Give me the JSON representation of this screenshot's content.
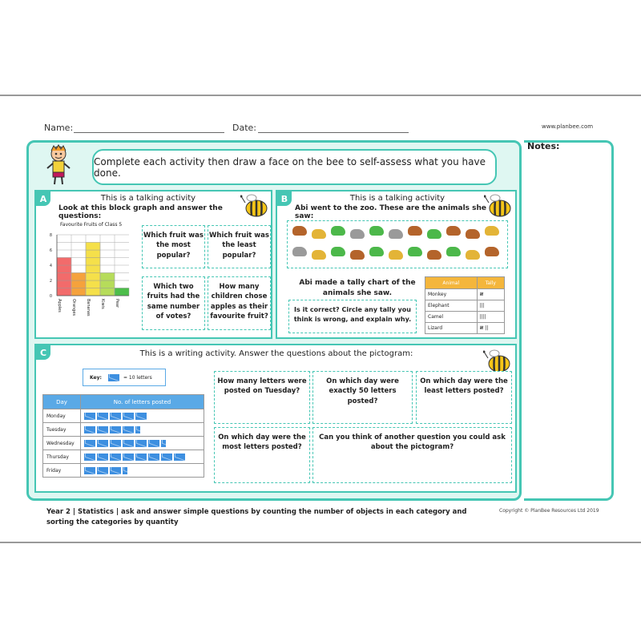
{
  "header": {
    "name_label": "Name:",
    "date_label": "Date:",
    "website": "www.planbee.com"
  },
  "notes_label": "Notes:",
  "instruction": "Complete each activity then draw a face on the bee to self-assess what you have done.",
  "section_a": {
    "tag": "A",
    "title": "This is a talking activity",
    "subtitle": "Look at this block graph and answer the questions:",
    "questions": [
      "Which fruit was the most popular?",
      "Which fruit was the least popular?",
      "Which two fruits had the same number of votes?",
      "How many children chose apples as their favourite fruit?"
    ]
  },
  "section_b": {
    "tag": "B",
    "title": "This is a talking activity",
    "subtitle": "Abi went to the zoo. These are the animals she saw:",
    "tally_intro": "Abi made a tally chart of the animals she saw.",
    "question": "Is it correct? Circle any tally you think is wrong, and explain why.",
    "tally_headers": [
      "Animal",
      "Tally"
    ],
    "tally_rows": [
      {
        "animal": "Monkey",
        "tally": "𝍸"
      },
      {
        "animal": "Elephant",
        "tally": "|||"
      },
      {
        "animal": "Camel",
        "tally": "||||"
      },
      {
        "animal": "Lizard",
        "tally": "𝍸 ||"
      }
    ]
  },
  "section_c": {
    "tag": "C",
    "title": "This is a writing activity. Answer the questions about the pictogram:",
    "key_label": "Key:",
    "key_value": "= 10 letters",
    "table_headers": [
      "Day",
      "No. of letters posted"
    ],
    "rows": [
      {
        "day": "Monday",
        "letters": 50
      },
      {
        "day": "Tuesday",
        "letters": 45
      },
      {
        "day": "Wednesday",
        "letters": 65
      },
      {
        "day": "Thursday",
        "letters": 80
      },
      {
        "day": "Friday",
        "letters": 35
      }
    ],
    "questions": [
      "How many letters were posted on Tuesday?",
      "On which day were exactly 50 letters posted?",
      "On which day were the least letters posted?",
      "On which day were the most letters posted?",
      "Can you think of another question you could ask about the pictogram?"
    ]
  },
  "chart_data": {
    "type": "bar",
    "title": "Favourite Fruits of Class 5",
    "categories": [
      "Apples",
      "Oranges",
      "Bananas",
      "Kiwis",
      "Pear"
    ],
    "values": [
      5,
      3,
      7,
      3,
      1
    ],
    "ylim": [
      0,
      8
    ],
    "yticks": [
      0,
      2,
      4,
      6,
      8
    ],
    "colors": [
      "#f26b6b",
      "#f5a23c",
      "#f5e04a",
      "#b6dc5a",
      "#4cbd4a"
    ],
    "grid": true
  },
  "footer": {
    "text": "Year 2 | Statistics | ask and answer simple questions by counting the number of objects in each category and sorting the categories by quantity",
    "copyright": "Copyright © PlanBee Resources Ltd 2019"
  }
}
